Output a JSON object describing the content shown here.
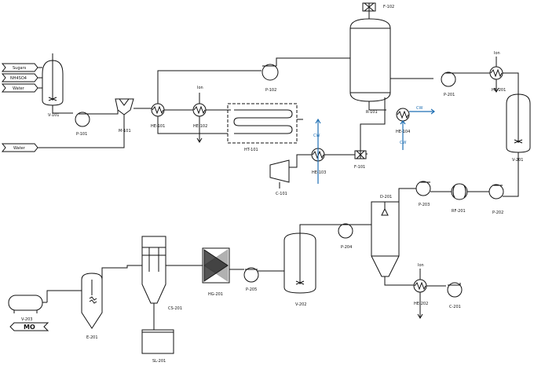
{
  "streams": {
    "sugars": "Sugars",
    "nh4so4": "NH4SO4",
    "water1": "Water",
    "water2": "Water",
    "mo": "MO"
  },
  "equipment": {
    "v101": "V-101",
    "p101": "P-101",
    "m101": "M-101",
    "he101": "HE-101",
    "he102": "HE-102",
    "ht101": "HT-101",
    "p102": "P-102",
    "f102": "F-102",
    "r101": "R-101",
    "he104": "HE-104",
    "p201": "P-201",
    "he201": "HE-201",
    "v201": "V-201",
    "he103": "HE-103",
    "f101": "F-101",
    "c101": "C-101",
    "d201": "D-201",
    "p203": "P-203",
    "rf201": "RF-201",
    "p202": "P-202",
    "p204": "P-204",
    "he202": "HE-202",
    "c201": "C-201",
    "v202": "V-202",
    "p205": "P-205",
    "hg201": "HG-201",
    "cs201": "CS-201",
    "sl201": "SL-201",
    "e201": "E-201",
    "v203": "V-203"
  },
  "utility": {
    "cw": "CW",
    "steam": "Ion"
  }
}
